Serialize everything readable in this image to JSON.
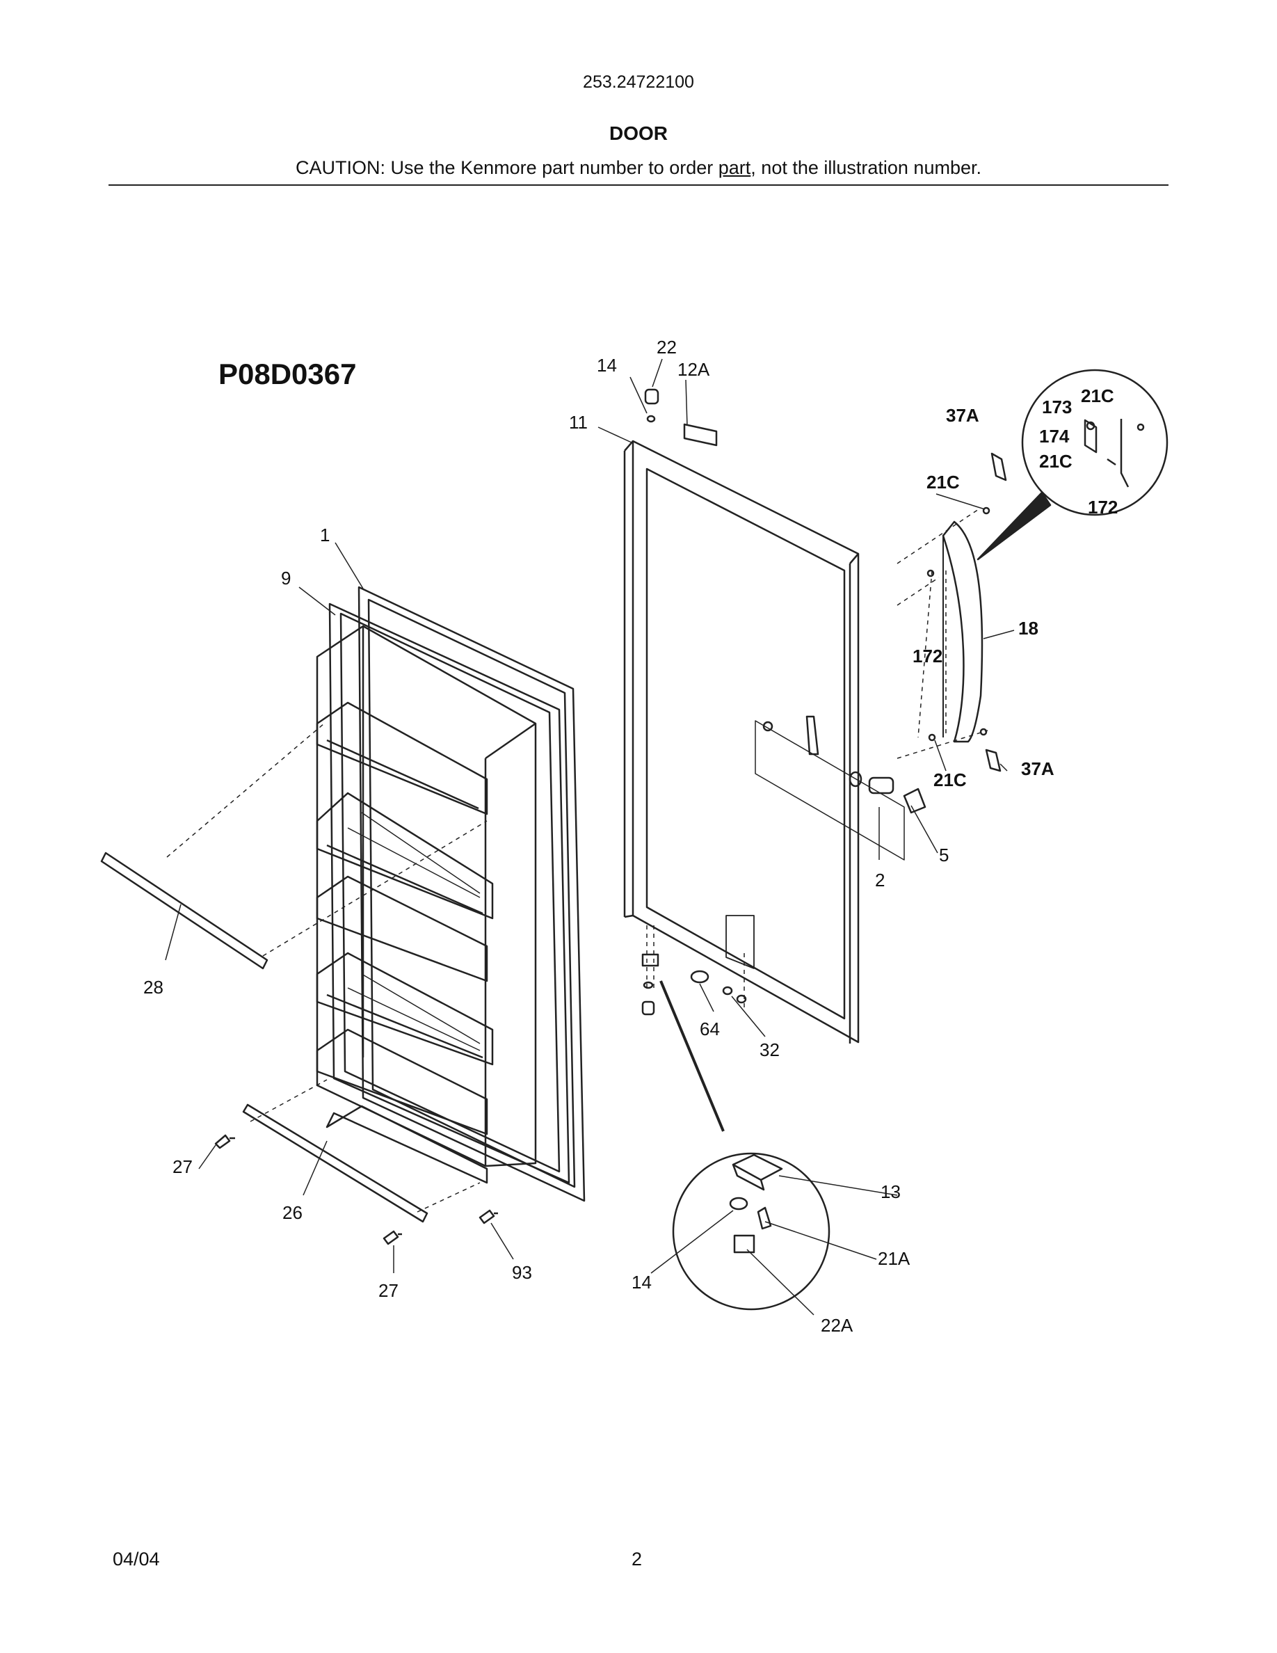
{
  "header": {
    "model_number": "253.24722100",
    "section_title": "DOOR",
    "caution_prefix": "CAUTION: Use the Kenmore part number to order ",
    "caution_link": "part",
    "caution_suffix": ", not the illustration number."
  },
  "diagram": {
    "diagram_id": "P08D0367",
    "callouts": {
      "c1": "1",
      "c9": "9",
      "c28": "28",
      "c27a": "27",
      "c26": "26",
      "c27b": "27",
      "c93": "93",
      "c11": "11",
      "c14a": "14",
      "c22": "22",
      "c12a": "12A",
      "c2": "2",
      "c5": "5",
      "c64": "64",
      "c32": "32",
      "c13": "13",
      "c14b": "14",
      "c21a": "21A",
      "c22a": "22A",
      "c37a_top": "37A",
      "c21c_a": "21C",
      "c18": "18",
      "c172_a": "172",
      "c21c_b": "21C",
      "c37a_bot": "37A",
      "c173": "173",
      "c21c_c": "21C",
      "c174": "174",
      "c21c_d": "21C",
      "c172_b": "172"
    }
  },
  "footer": {
    "date": "04/04",
    "page_number": "2"
  }
}
